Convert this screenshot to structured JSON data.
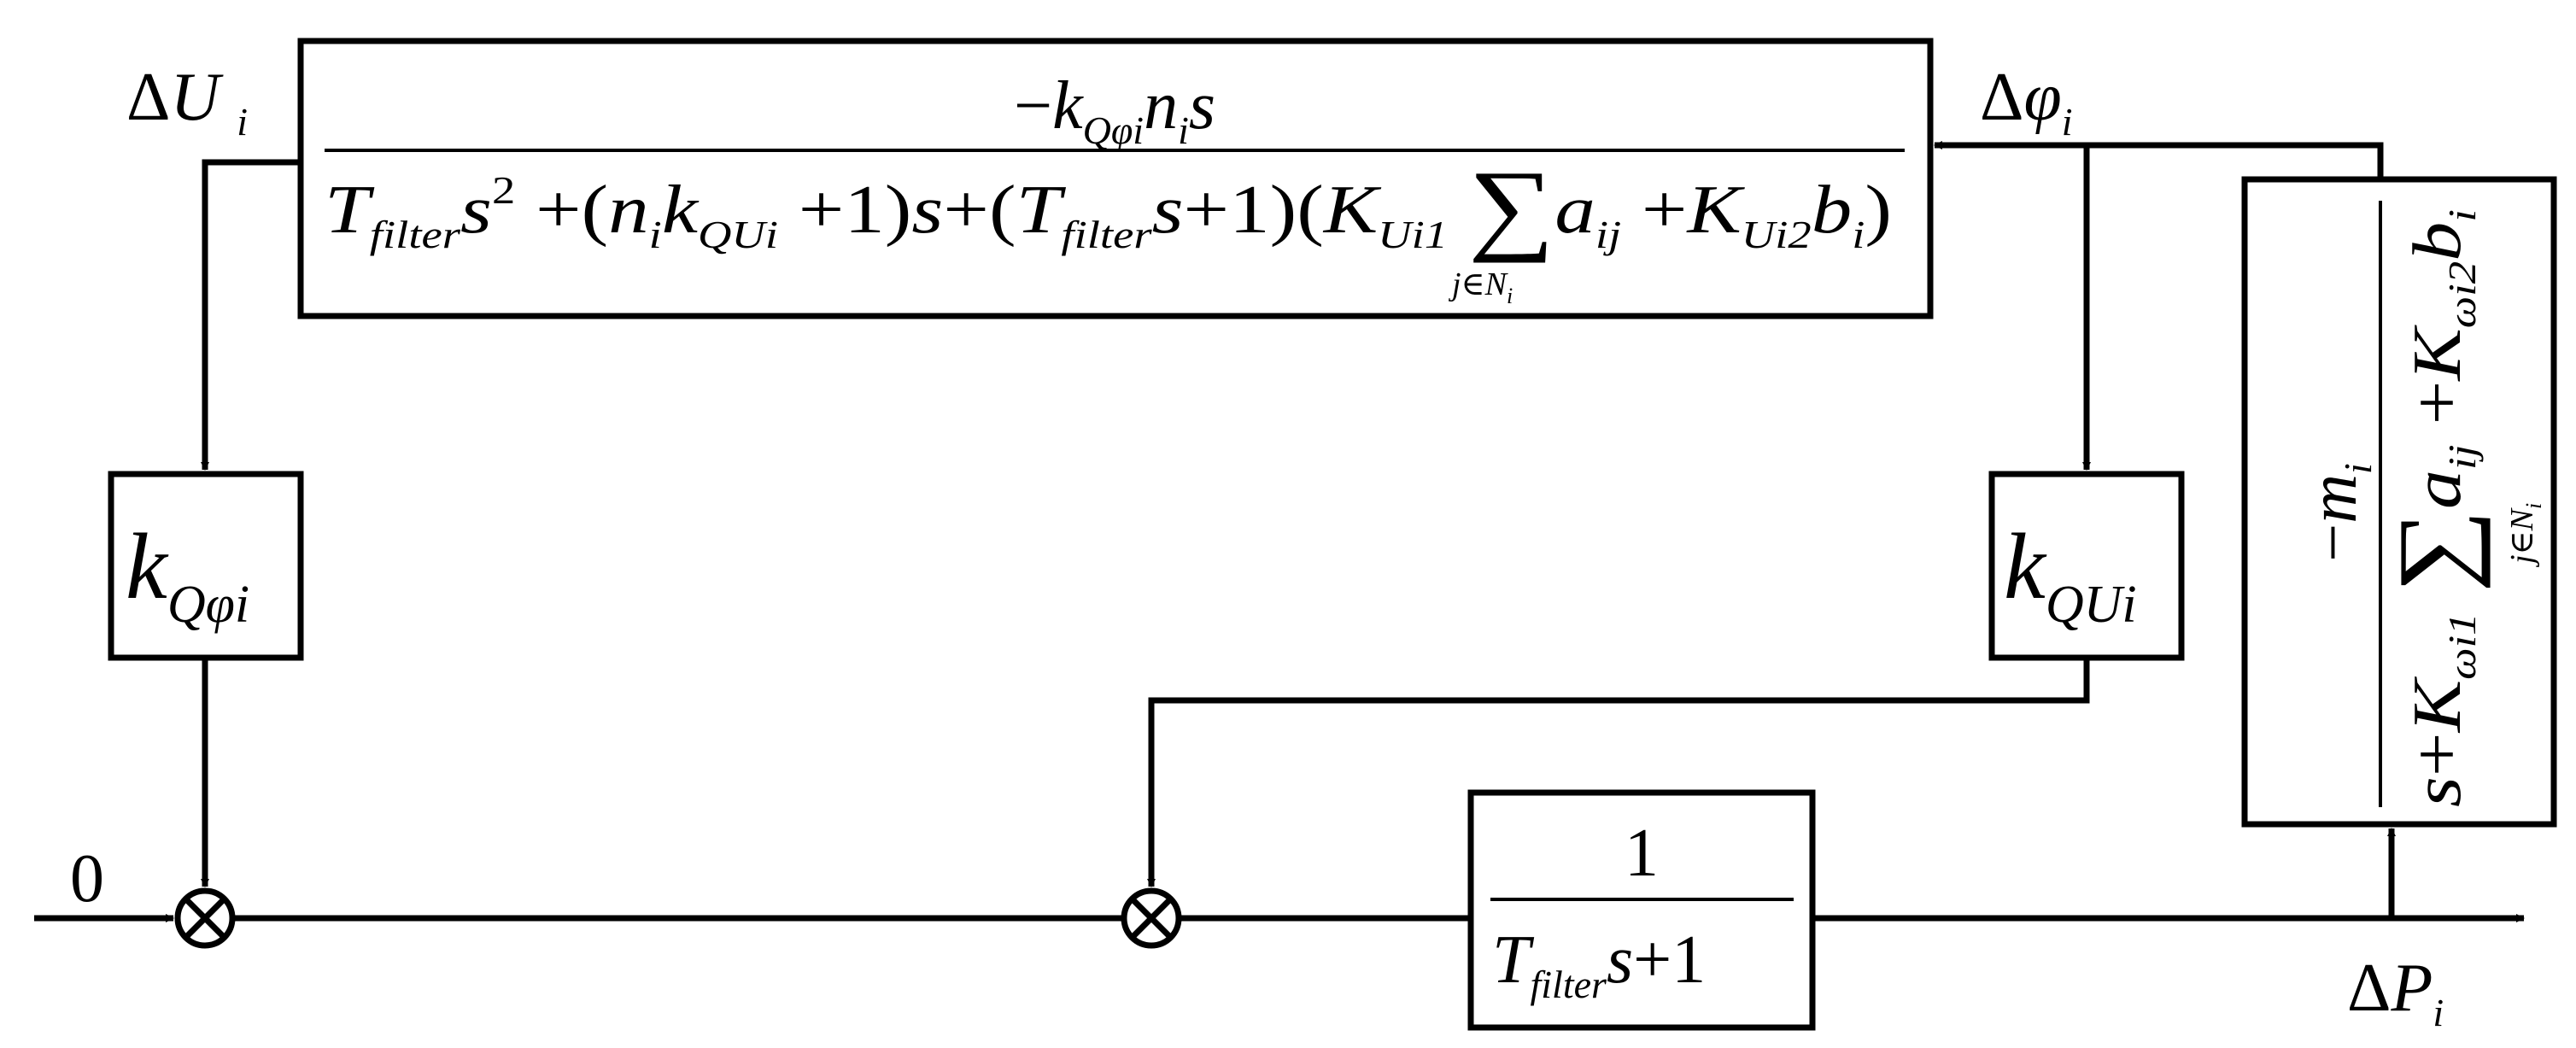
{
  "diagram": {
    "signals": {
      "delta_u": {
        "delta": "Δ",
        "var": "U",
        "sub": "i"
      },
      "delta_phi": {
        "delta": "Δ",
        "var": "φ",
        "sub": "i"
      },
      "delta_p": {
        "delta": "Δ",
        "var": "P",
        "sub": "i"
      },
      "zero_input": "0"
    },
    "blocks": {
      "top": {
        "num": {
          "sign": "−",
          "k": "k",
          "k_sub": "Qφi",
          "n": "n",
          "n_sub": "i",
          "s": "s"
        },
        "den": {
          "T": "T",
          "filter": "filter",
          "s": "s",
          "sq": "2",
          "plus": "+",
          "lp": "(",
          "n": "n",
          "n_sub": "i",
          "k": "k",
          "k_sub": "QUi",
          "one": "1",
          "rp": ")",
          "K": "K",
          "K1_sub": "Ui1",
          "sum": "∑",
          "sum_sub": "j∈N",
          "sum_sub_i": "i",
          "a": "a",
          "a_sub": "ij",
          "K2_sub": "Ui2",
          "b": "b",
          "b_sub": "i"
        }
      },
      "k_qphi": {
        "k": "k",
        "sub": "Qφi"
      },
      "k_qu": {
        "k": "k",
        "sub": "QUi"
      },
      "filter": {
        "num": "1",
        "T": "T",
        "sub": "filter",
        "s": "s",
        "plus": "+",
        "one": "1"
      },
      "right": {
        "num": {
          "sign": "−",
          "m": "m",
          "m_sub": "i"
        },
        "den": {
          "s": "s",
          "plus": "+",
          "K": "K",
          "K1_sub": "ωi1",
          "sum": "∑",
          "sum_sub": "j∈N",
          "sum_sub_i": "i",
          "a": "a",
          "a_sub": "ij",
          "K2_sub": "ωi2",
          "b": "b",
          "b_sub": "i"
        }
      }
    }
  }
}
